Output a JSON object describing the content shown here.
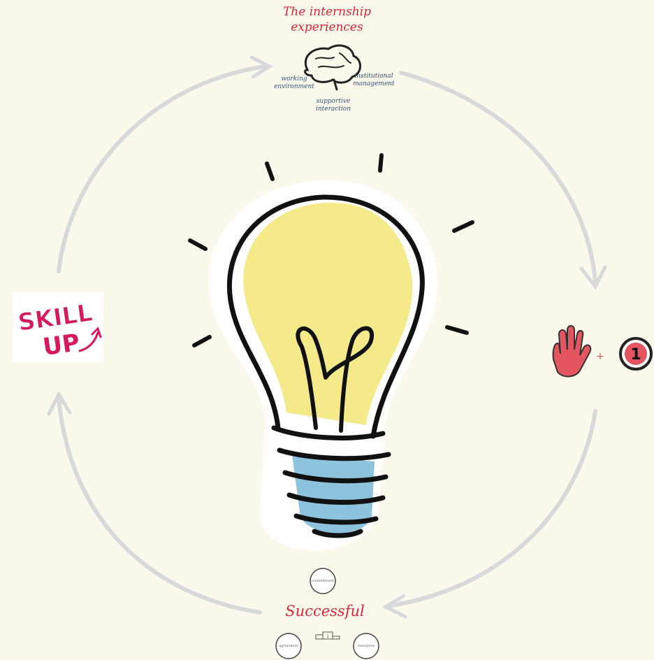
{
  "diagram": {
    "top_node": {
      "title_line1": "The internship",
      "title_line2": "experiences",
      "label_left_line1": "working",
      "label_left_line2": "environment",
      "label_right_line1": "institutional",
      "label_right_line2": "management",
      "label_bottom_line1": "supportive",
      "label_bottom_line2": "interaction"
    },
    "left_node": {
      "logo_line1": "SKILL",
      "logo_line2": "UP"
    },
    "right_node": {
      "plus": "+",
      "number": "1"
    },
    "bottom_node": {
      "title": "Successful",
      "circle_top": "commitment",
      "circle_left": "agreement",
      "circle_right": "resources"
    }
  },
  "colors": {
    "background": "#fbf8ec",
    "accent_red": "#d8263a",
    "label_blue": "#30507a",
    "logo_pink": "#d6185f",
    "bulb_yellow": "#f4ea8a",
    "bulb_base_blue": "#8ec3de",
    "arrow_gray": "#d7d9da",
    "hand_red": "#e35660"
  },
  "icons": [
    "brain-icon",
    "lightbulb-icon",
    "hand-icon",
    "number-one-icon",
    "podium-icon",
    "skill-up-arrow-icon"
  ]
}
